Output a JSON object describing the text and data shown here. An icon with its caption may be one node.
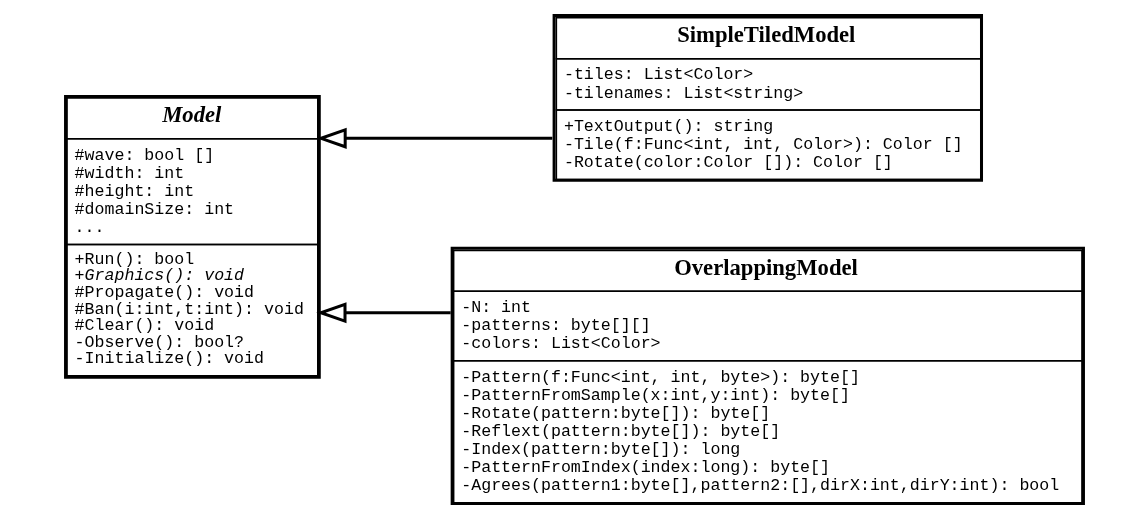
{
  "diagram": {
    "nodes": [
      {
        "text": [
          "Model",
          "#wave: bool []",
          "#width: int",
          "#height: int",
          "#domainSize: int",
          "...",
          "+Run(): bool",
          "+Graphics(): void",
          "#Propagate(): void",
          "#Ban(i:int,t:int): void",
          "#Clear(): void",
          "-Observe(): bool?",
          "-Initialize(): void"
        ]
      },
      {
        "text": [
          "SimpleTiledModel",
          "-tiles: List<Color>",
          "-tilenames: List<string>",
          "+TextOutput(): string",
          "-Tile(f:Func<int, int, Color>): Color []",
          "-Rotate(color:Color []): Color []"
        ]
      },
      {
        "text": [
          "OverlappingModel",
          "-N: int",
          "-patterns: byte[][]",
          "-colors: List<Color>",
          "-Pattern(f:Func<int, int, byte>): byte[]",
          "-PatternFromSample(x:int,y:int): byte[]",
          "-Rotate(pattern:byte[]): byte[]",
          "-Reflext(pattern:byte[]): byte[]",
          "-Index(pattern:byte[]): long",
          "-PatternFromIndex(index:long): byte[]",
          "-Agrees(pattern1:byte[],pattern2:[],dirX:int,dirY:int): bool"
        ]
      }
    ],
    "edges": [
      {
        "from": 1,
        "to": 0,
        "arrow": "to"
      },
      {
        "from": 2,
        "to": 0,
        "arrow": "to"
      }
    ]
  }
}
